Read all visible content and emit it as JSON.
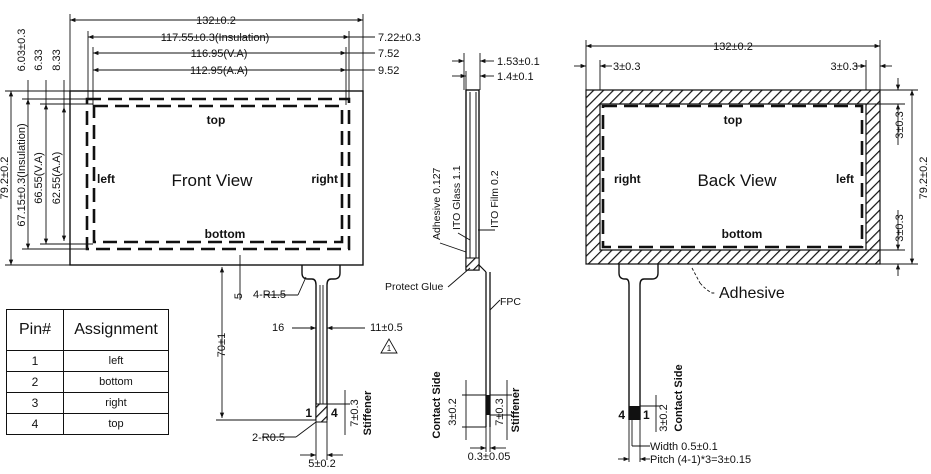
{
  "front": {
    "dims_top": [
      "132±0.2",
      "117.55±0.3(Insulation)",
      "7.22±0.3",
      "116.95(V.A)",
      "7.52",
      "112.95(A.A)",
      "9.52"
    ],
    "dims_left": [
      "6.03±0.3",
      "6.33",
      "8.33",
      "79.2±0.2",
      "67.15±0.3(Insulation)",
      "66.55(V.A)",
      "62.55(A.A)"
    ],
    "title": "Front View",
    "top": "top",
    "left": "left",
    "right": "right",
    "bottom": "bottom",
    "tail_dims": [
      "5",
      "4-R1.5",
      "16",
      "11±0.5",
      "70±1",
      "7±0.3",
      "2-R0.5",
      "5±0.2"
    ],
    "stiffener": "Stiffener",
    "pin1": "1",
    "pin4": "4",
    "note_mark": "1"
  },
  "side": {
    "dims": [
      "1.53±0.1",
      "1.4±0.1",
      "3±0.2",
      "7±0.3",
      "0.3±0.05"
    ],
    "layers": [
      "Adhesive 0.127",
      "ITO Glass 1.1",
      "ITO Film 0.2"
    ],
    "protect_glue": "Protect Glue",
    "fpc": "FPC",
    "contact_side": "Contact Side",
    "stiffener": "Stiffener"
  },
  "back": {
    "dims_top": [
      "132±0.2",
      "3±0.3",
      "3±0.3"
    ],
    "dims_right": [
      "3±0.3",
      "79.2±0.2",
      "3±0.3"
    ],
    "title": "Back View",
    "top": "top",
    "right": "right",
    "left": "left",
    "bottom": "bottom",
    "adhesive": "Adhesive",
    "contact_side": "Contact Side",
    "tail_dim": "3±0.2",
    "pin4": "4",
    "pin1": "1",
    "width": "Width 0.5±0.1",
    "pitch": "Pitch (4-1)*3=3±0.15"
  },
  "pin_table": {
    "header": [
      "Pin#",
      "Assignment"
    ],
    "rows": [
      {
        "pin": "1",
        "assignment": "left"
      },
      {
        "pin": "2",
        "assignment": "bottom"
      },
      {
        "pin": "3",
        "assignment": "right"
      },
      {
        "pin": "4",
        "assignment": "top"
      }
    ]
  }
}
